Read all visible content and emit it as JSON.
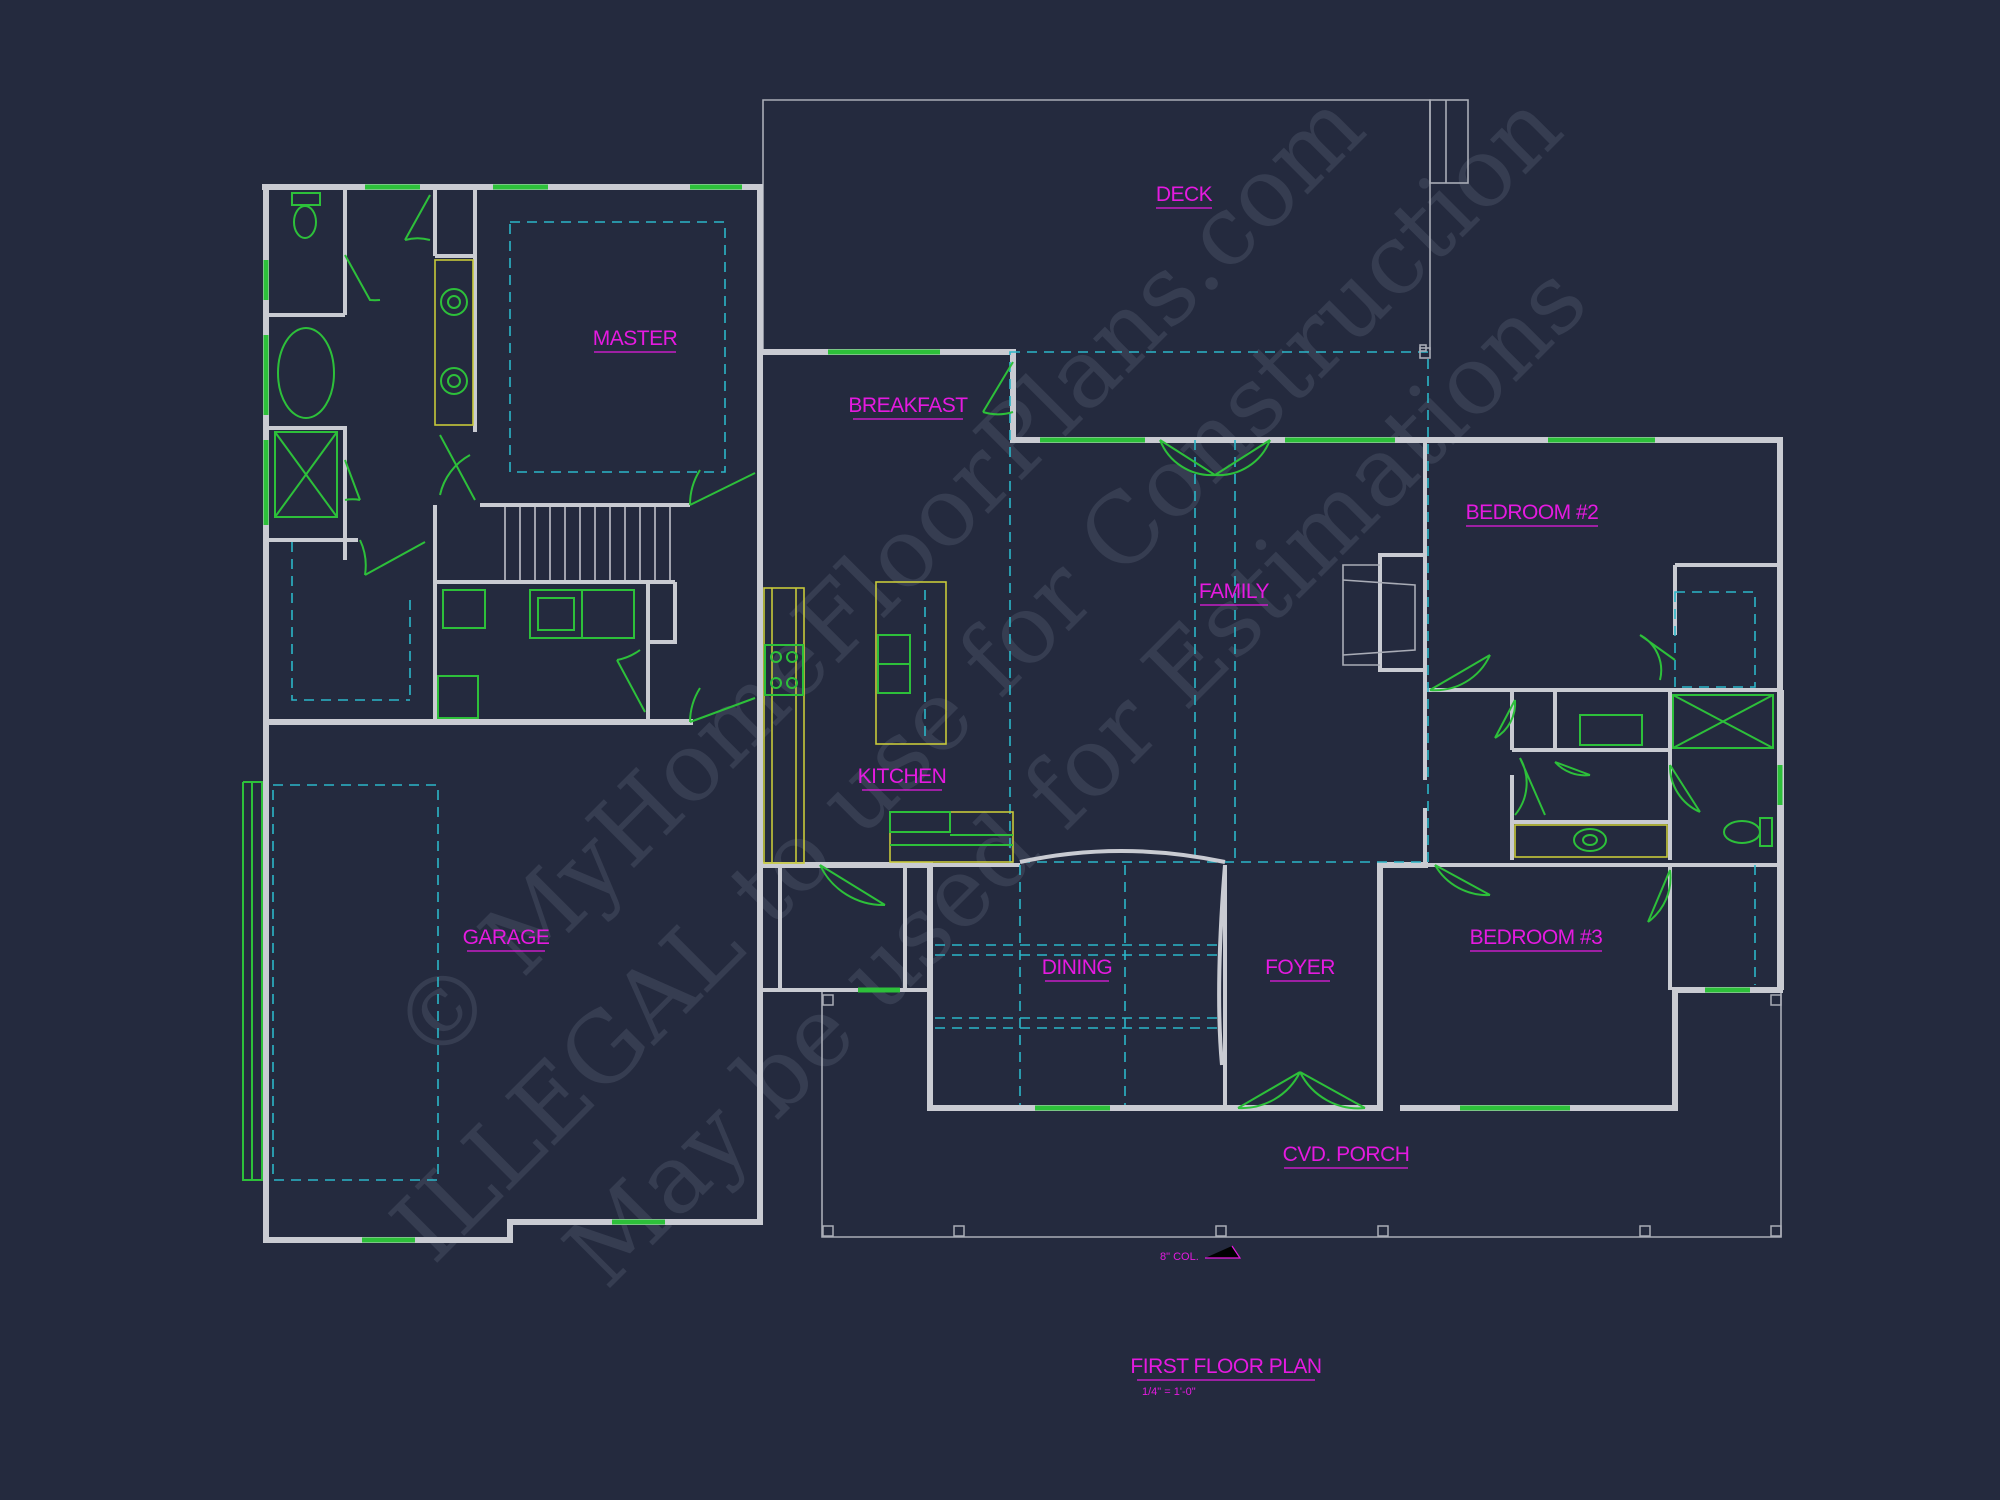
{
  "rooms": {
    "deck": "DECK",
    "master": "MASTER",
    "breakfast": "BREAKFAST",
    "family": "FAMILY",
    "bedroom2": "BEDROOM #2",
    "kitchen": "KITCHEN",
    "garage": "GARAGE",
    "bedroom3": "BEDROOM #3",
    "dining": "DINING",
    "foyer": "FOYER",
    "porch": "CVD. PORCH"
  },
  "annotations": {
    "column_note": "8\" COL."
  },
  "plan": {
    "title": "FIRST FLOOR PLAN",
    "scale": "1/4\" = 1'-0\""
  },
  "watermark": {
    "line1": "© MyHomeFloorPlans.com",
    "line2": "ILLEGAL to use for Construction",
    "line3": "May be used for Estimations"
  },
  "colors": {
    "background": "#242a3e",
    "walls": "#c9cbd2",
    "labels": "#e51ae0",
    "windows_doors": "#2dc03a",
    "dashed": "#2bb6c8",
    "cabinets": "#c7c93a"
  }
}
